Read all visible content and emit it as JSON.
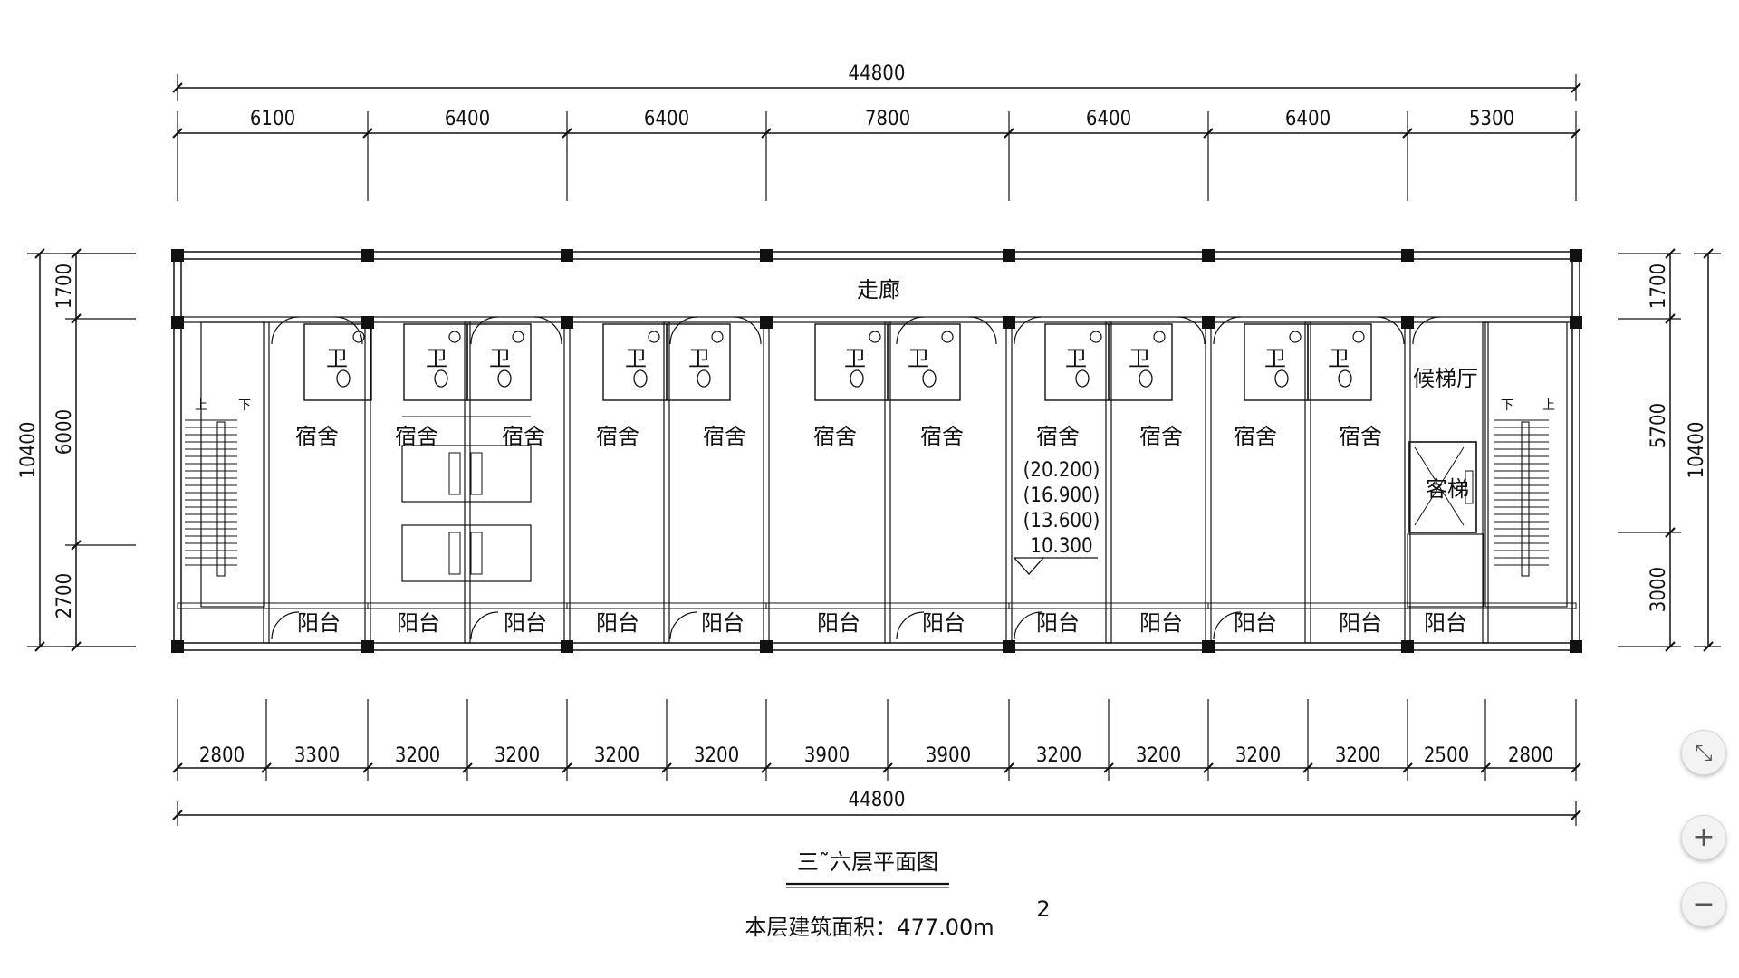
{
  "drawing": {
    "title": "三˜六层平面图",
    "area_label": "本层建筑面积：477.00m",
    "area_sup": "2",
    "corridor": "走廊",
    "overall_top": "44800",
    "overall_bottom": "44800",
    "top_bays": [
      "6100",
      "6400",
      "6400",
      "7800",
      "6400",
      "6400",
      "5300"
    ],
    "bottom_bays": [
      "2800",
      "3300",
      "3200",
      "3200",
      "3200",
      "3200",
      "3900",
      "3900",
      "3200",
      "3200",
      "3200",
      "3200",
      "2500",
      "2800"
    ],
    "left_overall": "10400",
    "left_dims": [
      "1700",
      "6000",
      "2700"
    ],
    "right_overall": "10400",
    "right_dims": [
      "1700",
      "5700",
      "3000"
    ],
    "room_dorm": "宿舍",
    "room_balcony": "阳台",
    "room_toilet": "卫",
    "lobby": "候梯厅",
    "elevator": "客梯",
    "stair_up": "上",
    "stair_down": "下",
    "elevations": [
      "(20.200)",
      "(16.900)",
      "(13.600)",
      "10.300"
    ]
  },
  "controls": {
    "fit_icon": "⤡",
    "zoom_in_icon": "+",
    "zoom_out_icon": "−"
  }
}
